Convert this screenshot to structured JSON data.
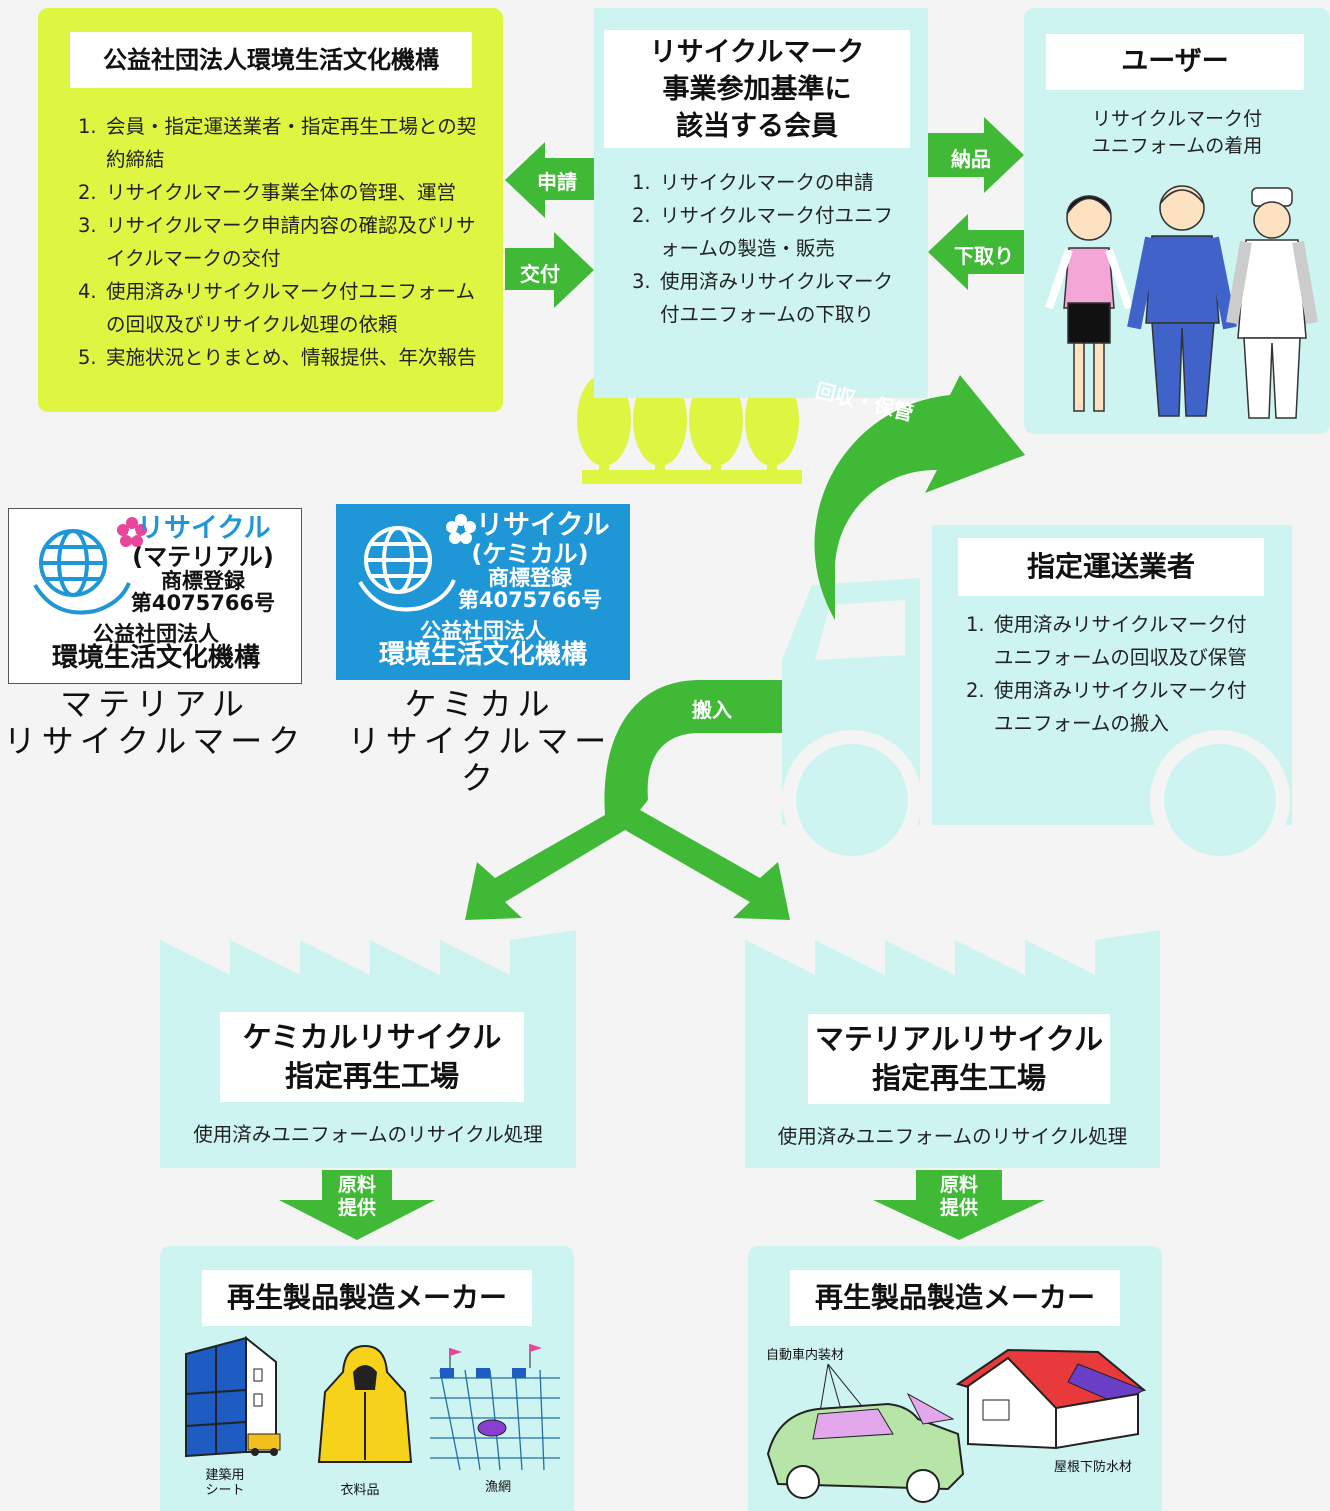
{
  "org": {
    "title": "公益社団法人環境生活文化機構",
    "items": [
      {
        "n": "1.",
        "text": "会員・指定運送業者・指定再生工場との契約締結"
      },
      {
        "n": "2.",
        "text": "リサイクルマーク事業全体の管理、運営"
      },
      {
        "n": "3.",
        "text": "リサイクルマーク申請内容の確認及びリサイクルマークの交付"
      },
      {
        "n": "4.",
        "text": "使用済みリサイクルマーク付ユニフォームの回収及びリサイクル処理の依頼"
      },
      {
        "n": "5.",
        "text": "実施状況とりまとめ、情報提供、年次報告"
      }
    ]
  },
  "member": {
    "title_lines": [
      "リサイクルマーク",
      "事業参加基準に",
      "該当する会員"
    ],
    "items": [
      {
        "n": "1.",
        "text": "リサイクルマークの申請"
      },
      {
        "n": "2.",
        "text": "リサイクルマーク付ユニフォームの製造・販売"
      },
      {
        "n": "3.",
        "text": "使用済みリサイクルマーク付ユニフォームの下取り"
      }
    ]
  },
  "user": {
    "title": "ユーザー",
    "desc_lines": [
      "リサイクルマーク付",
      "ユニフォームの着用"
    ]
  },
  "arrows": {
    "apply": "申請",
    "issue": "交付",
    "deliver": "納品",
    "tradein": "下取り",
    "collect": "回収・保管",
    "carry_in": "搬入",
    "supply_left": [
      "原料",
      "提供"
    ],
    "supply_right": [
      "原料",
      "提供"
    ]
  },
  "transport": {
    "title": "指定運送業者",
    "items": [
      {
        "n": "1.",
        "text": "使用済みリサイクルマーク付ユニフォームの回収及び保管"
      },
      {
        "n": "2.",
        "text": "使用済みリサイクルマーク付ユニフォームの搬入"
      }
    ]
  },
  "logo_material": {
    "lines": [
      "リサイクル",
      "(マテリアル)",
      "商標登録",
      "第4075766号",
      "公益社団法人",
      "環境生活文化機構"
    ],
    "caption_lines": [
      "マテリアル",
      "リサイクルマーク"
    ]
  },
  "logo_chemical": {
    "lines": [
      "リサイクル",
      "(ケミカル)",
      "商標登録",
      "第4075766号",
      "公益社団法人",
      "環境生活文化機構"
    ],
    "caption_lines": [
      "ケミカル",
      "リサイクルマーク"
    ]
  },
  "factory_chemical": {
    "title_lines": [
      "ケミカルリサイクル",
      "指定再生工場"
    ],
    "desc": "使用済みユニフォームのリサイクル処理"
  },
  "factory_material": {
    "title_lines": [
      "マテリアルリサイクル",
      "指定再生工場"
    ],
    "desc": "使用済みユニフォームのリサイクル処理"
  },
  "maker_left": {
    "title": "再生製品製造メーカー",
    "labels": {
      "building_1": "建築用",
      "building_2": "シート",
      "clothing": "衣料品",
      "net": "漁網"
    }
  },
  "maker_right": {
    "title": "再生製品製造メーカー",
    "labels": {
      "car": "自動車内装材",
      "roof": "屋根下防水材"
    }
  },
  "colors": {
    "lime": "#def542",
    "cyan": "#cef4f2",
    "arrow_green": "#3fb936",
    "logo_blue": "#1f97d6"
  }
}
